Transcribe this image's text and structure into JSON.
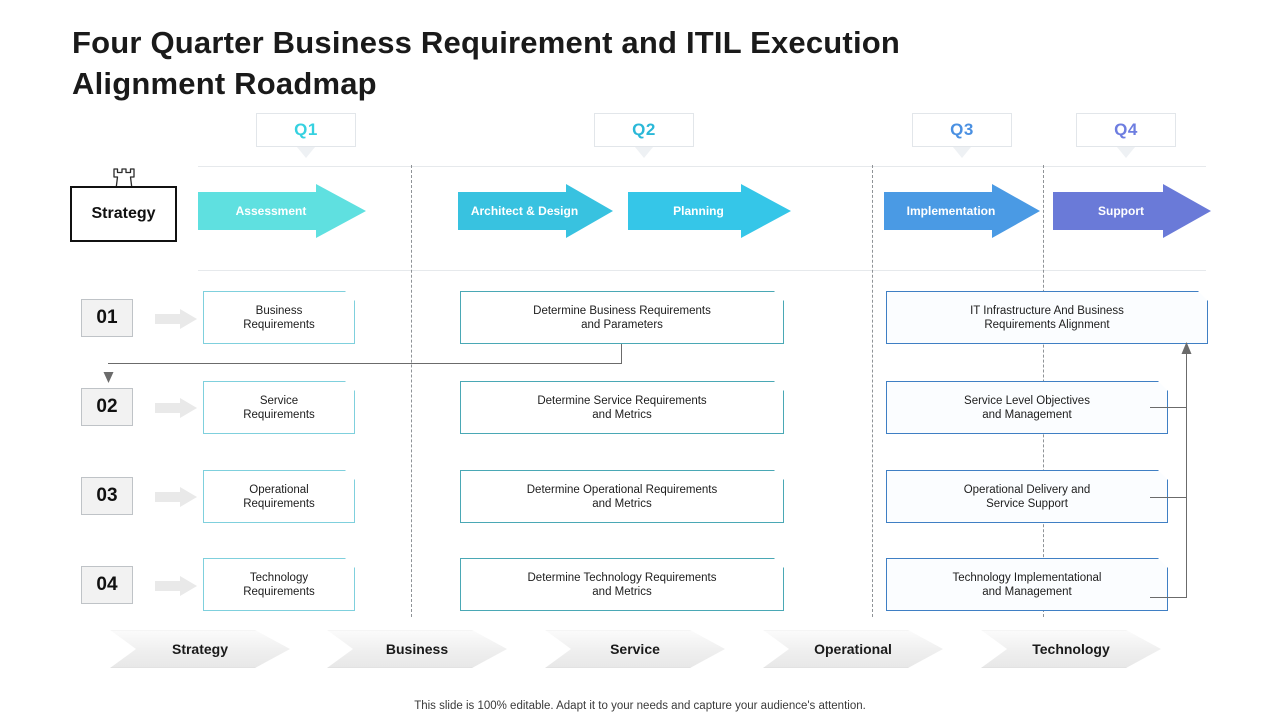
{
  "title": "Four Quarter Business Requirement and ITIL Execution Alignment Roadmap",
  "footer": "This slide is 100% editable. Adapt it to your needs and capture your audience's attention.",
  "strategy": {
    "label": "Strategy",
    "icon": "chess-rook-icon"
  },
  "quarters": [
    {
      "label": "Q1",
      "color": "#35d1e0"
    },
    {
      "label": "Q2",
      "color": "#2ab8d8"
    },
    {
      "label": "Q3",
      "color": "#4a90e2"
    },
    {
      "label": "Q4",
      "color": "#6d7de0"
    }
  ],
  "phases": [
    {
      "label": "Assessment",
      "color": "#5fe0e0",
      "quarter": "Q1"
    },
    {
      "label": "Architect & Design",
      "color": "#38c2e0",
      "quarter": "Q2"
    },
    {
      "label": "Planning",
      "color": "#35c6e8",
      "quarter": "Q2"
    },
    {
      "label": "Implementation",
      "color": "#4a9ae4",
      "quarter": "Q3"
    },
    {
      "label": "Support",
      "color": "#6a7ad8",
      "quarter": "Q4"
    }
  ],
  "rows": [
    {
      "number": "01",
      "col1": "Business\nRequirements",
      "col2": "Determine Business Requirements\nand Parameters",
      "col3": "IT Infrastructure And Business\nRequirements Alignment"
    },
    {
      "number": "02",
      "col1": "Service\nRequirements",
      "col2": "Determine Service Requirements\nand Metrics",
      "col3": "Service Level Objectives\nand Management"
    },
    {
      "number": "03",
      "col1": "Operational\nRequirements",
      "col2": "Determine Operational Requirements\nand Metrics",
      "col3": "Operational Delivery and\nService Support"
    },
    {
      "number": "04",
      "col1": "Technology\nRequirements",
      "col2": "Determine Technology Requirements\nand Metrics",
      "col3": "Technology Implementational\nand Management"
    }
  ],
  "bottom_chevrons": [
    {
      "label": "Strategy"
    },
    {
      "label": "Business"
    },
    {
      "label": "Service"
    },
    {
      "label": "Operational"
    },
    {
      "label": "Technology"
    }
  ],
  "colors": {
    "col1_border": "#7fd0dd",
    "col2_border": "#4aa8b5",
    "col3_border": "#3f7fc4",
    "col3_fill": "#fbfdff",
    "rule": "#e6e9ec",
    "dash": "#8f9397",
    "connector": "#6b6b6b",
    "chevron": "#efefef"
  }
}
